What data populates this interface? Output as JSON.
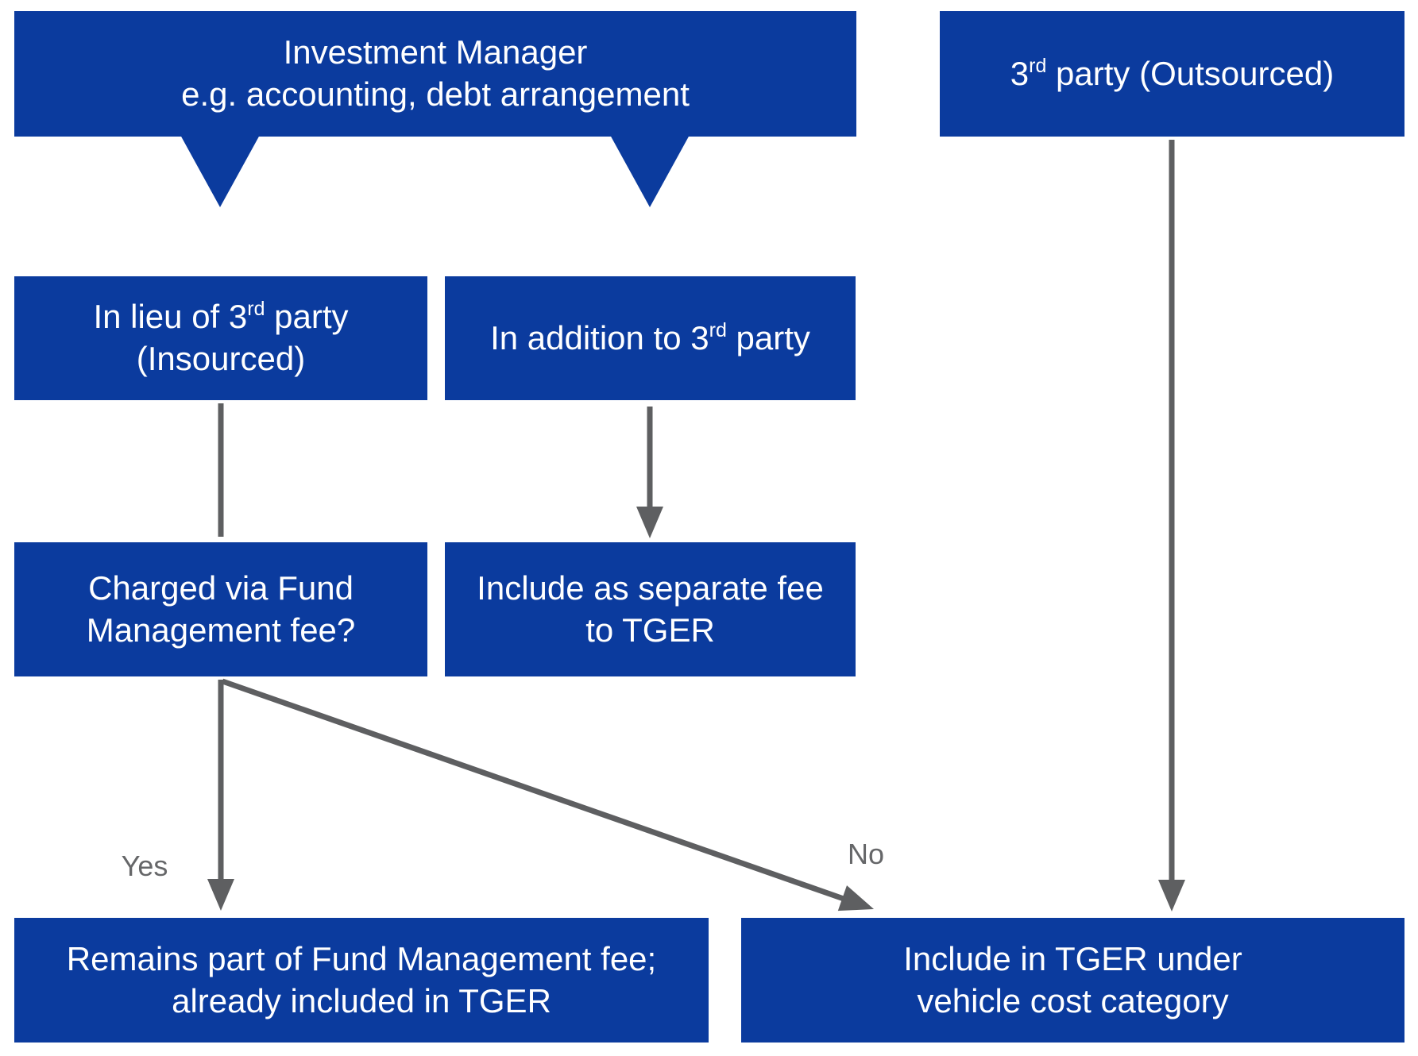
{
  "colors": {
    "box_blue": "#0B3B9E",
    "arrow_gray": "#5E5F61",
    "label_gray": "#666769",
    "text_white": "#FFFFFF",
    "background": "#FFFFFF"
  },
  "nodes": {
    "investment_manager": {
      "line1": "Investment Manager",
      "line2": "e.g. accounting, debt arrangement"
    },
    "third_party": {
      "pre": "3",
      "sup": "rd",
      "post": " party (Outsourced)"
    },
    "in_lieu": {
      "line1_pre": "In lieu of 3",
      "line1_sup": "rd",
      "line1_post": " party",
      "line2": "(Insourced)"
    },
    "in_addition": {
      "pre": "In addition to 3",
      "sup": "rd",
      "post": " party"
    },
    "charged": {
      "line1": "Charged via Fund",
      "line2": "Management fee?"
    },
    "include_separate": {
      "line1": "Include as separate fee",
      "line2": "to TGER"
    },
    "remains": {
      "line1": "Remains part of Fund Management fee;",
      "line2": "already included in TGER"
    },
    "include_tger": {
      "line1": "Include in TGER under",
      "line2": "vehicle cost category"
    }
  },
  "edge_labels": {
    "yes": "Yes",
    "no": "No"
  }
}
